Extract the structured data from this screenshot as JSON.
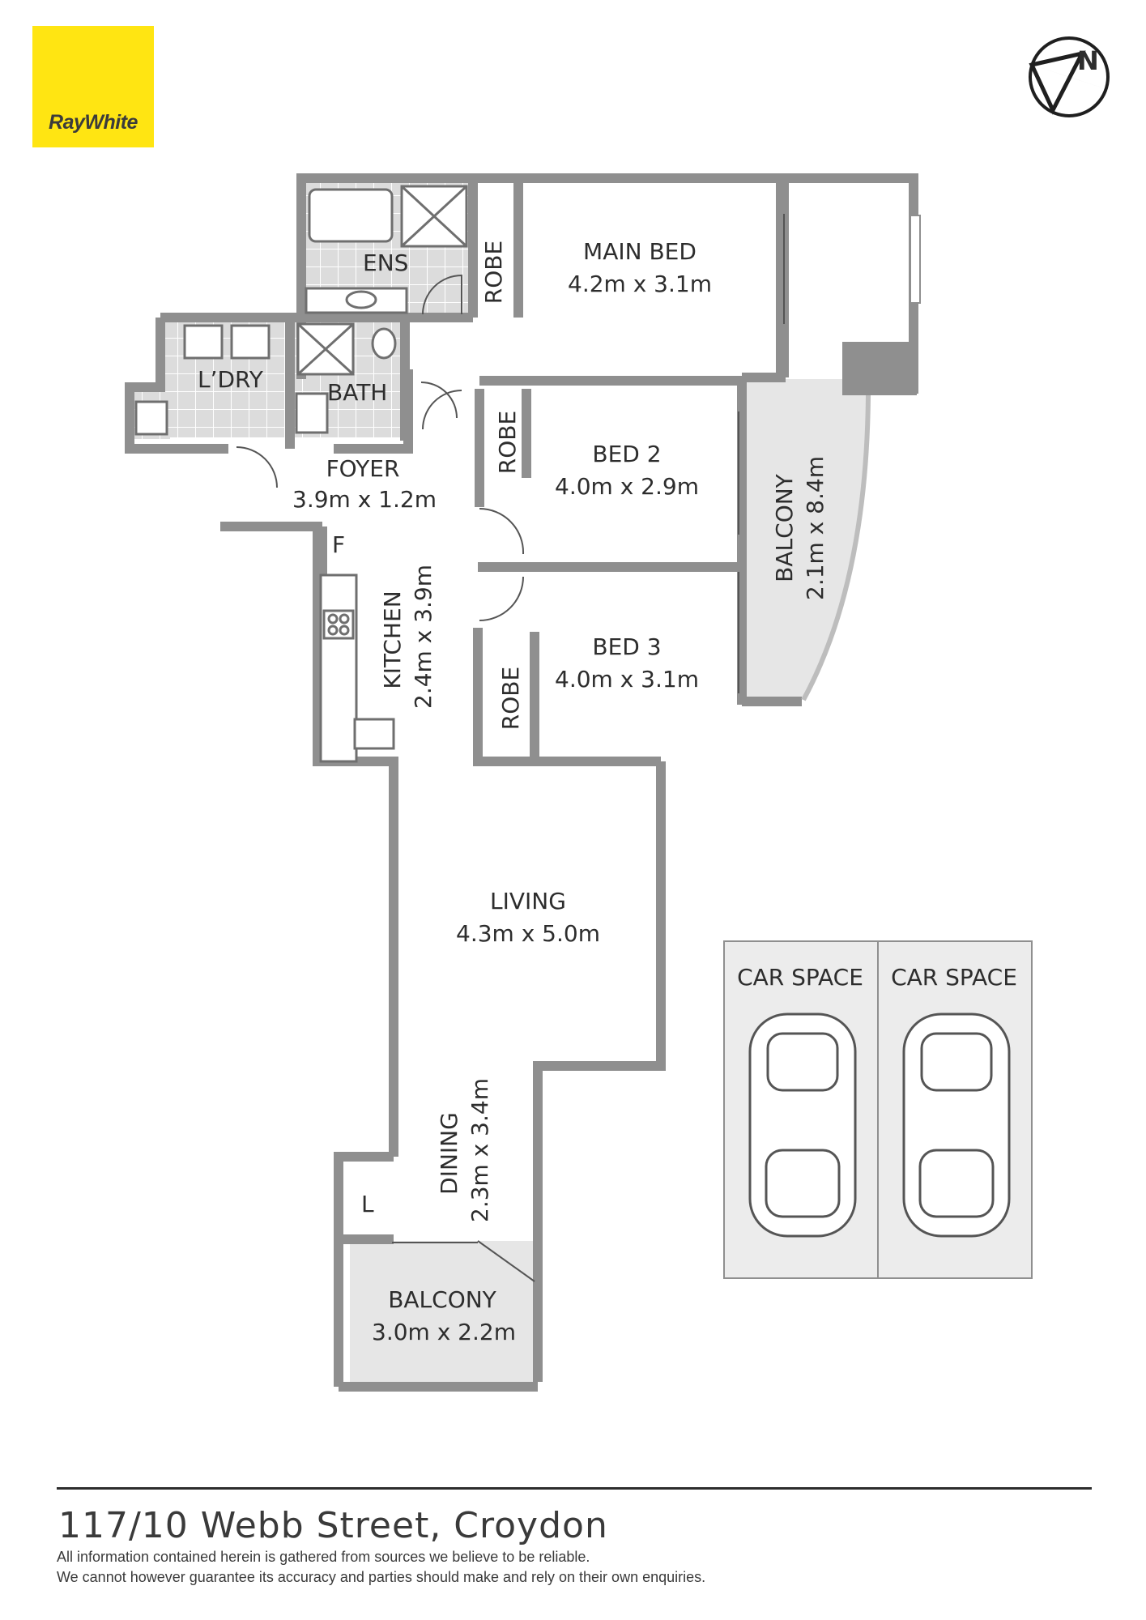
{
  "brand": {
    "name": "RayWhite",
    "color": "#ffe512"
  },
  "compass": {
    "label": "N",
    "icon": "north-arrow-icon"
  },
  "rooms": {
    "ensuite": {
      "name": "ENS"
    },
    "robe_main": {
      "name": "ROBE"
    },
    "main_bed": {
      "name": "MAIN BED",
      "size": "4.2m x 3.1m"
    },
    "laundry": {
      "name": "L’DRY"
    },
    "bath": {
      "name": "BATH"
    },
    "foyer": {
      "name": "FOYER",
      "size": "3.9m x 1.2m"
    },
    "robe_bed2": {
      "name": "ROBE"
    },
    "bed2": {
      "name": "BED 2",
      "size": "4.0m x 2.9m"
    },
    "balcony_side": {
      "name": "BALCONY",
      "size": "2.1m x 8.4m"
    },
    "fridge": {
      "name": "F"
    },
    "kitchen": {
      "name": "KITCHEN",
      "size": "2.4m x 3.9m"
    },
    "robe_bed3": {
      "name": "ROBE"
    },
    "bed3": {
      "name": "BED 3",
      "size": "4.0m x 3.1m"
    },
    "living": {
      "name": "LIVING",
      "size": "4.3m x 5.0m"
    },
    "linen": {
      "name": "L"
    },
    "dining": {
      "name": "DINING",
      "size": "2.3m x 3.4m"
    },
    "balcony_front": {
      "name": "BALCONY",
      "size": "3.0m x 2.2m"
    },
    "car_space_1": {
      "name": "CAR SPACE"
    },
    "car_space_2": {
      "name": "CAR SPACE"
    }
  },
  "footer": {
    "address": "117/10 Webb Street, Croydon",
    "disclaimer_line1": "All information contained herein is gathered from sources we believe to be reliable.",
    "disclaimer_line2": "We cannot however guarantee its accuracy and parties should make and rely on their own enquiries."
  },
  "colors": {
    "wall": "#8f8f8f",
    "tile": "#dadada",
    "balcony_fill": "#e6e6e6",
    "text": "#2d2d2d"
  }
}
